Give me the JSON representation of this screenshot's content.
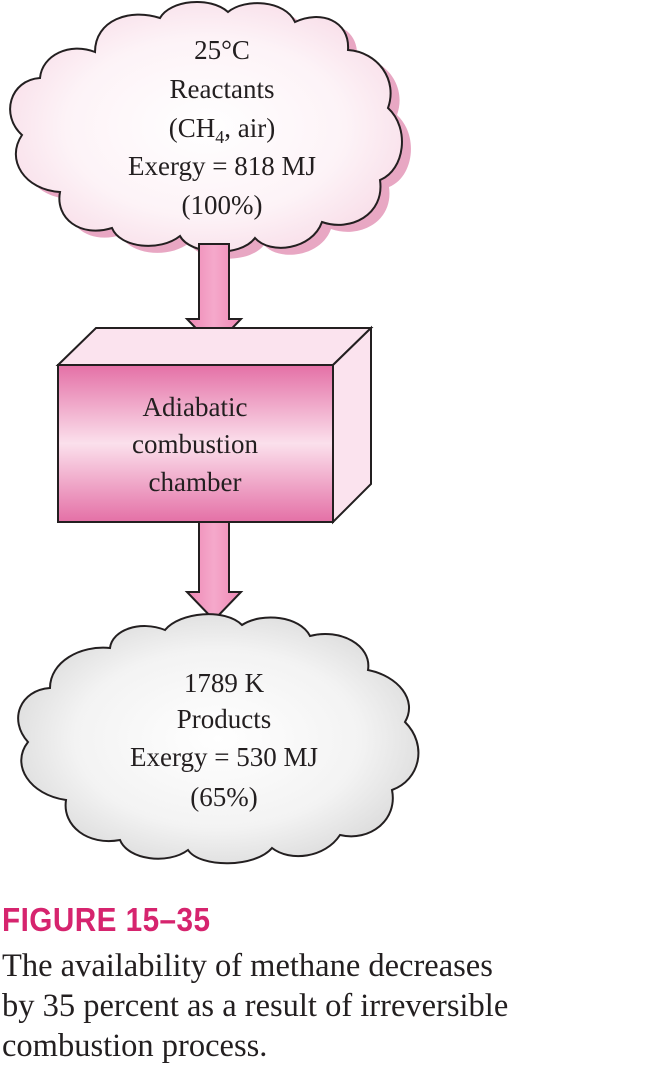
{
  "reactants": {
    "temp": "25°C",
    "name": "Reactants",
    "formula_pre": "(CH",
    "formula_sub": "4",
    "formula_post": ", air)",
    "exergy": "Exergy = 818 MJ",
    "percent": "(100%)"
  },
  "chamber": {
    "line1": "Adiabatic",
    "line2": "combustion",
    "line3": "chamber"
  },
  "products": {
    "temp": "1789 K",
    "name": "Products",
    "exergy": "Exergy = 530 MJ",
    "percent": "(65%)"
  },
  "caption": {
    "label": "FIGURE 15–35",
    "lines": [
      "The availability of methane decreases",
      "by 35 percent as a result of irreversible",
      "combustion process."
    ]
  },
  "colors": {
    "pink_shadow": "#e8a7c3",
    "arrow": "#ee87b4",
    "label": "#d6246e"
  }
}
